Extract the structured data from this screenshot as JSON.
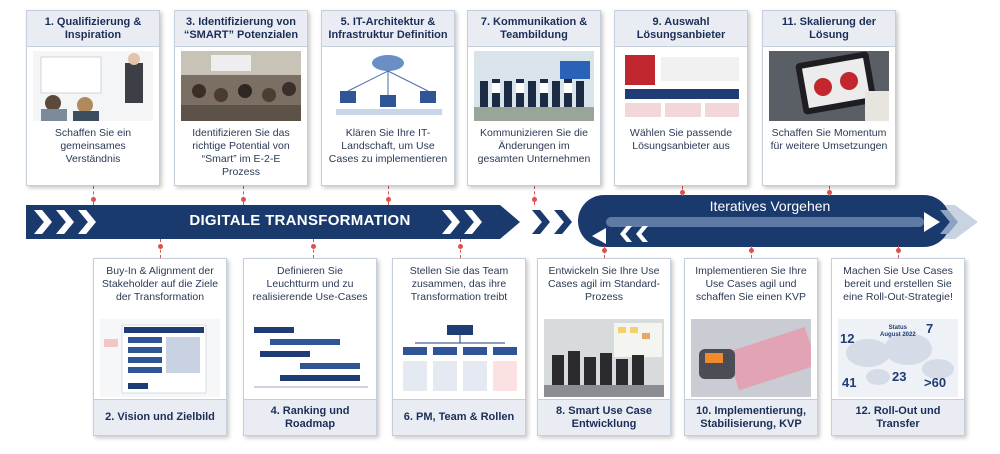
{
  "colors": {
    "navy": "#1a3a6e",
    "accent_red": "#d9534f",
    "card_title_bg": "#e9edf3"
  },
  "banner": {
    "label": "DIGITALE TRANSFORMATION"
  },
  "iterative": {
    "label": "Iteratives Vorgehen"
  },
  "top_cards": [
    {
      "title": "1. Qualifizierung &\nInspiration",
      "desc": "Schaffen Sie ein\ngemeinsames\nVerständnis",
      "image": "presentation-meeting-photo"
    },
    {
      "title": "3. Identifizierung von\n“SMART” Potenzialen",
      "desc": "Identifizieren Sie das\nrichtige Potential von\n“Smart” im E-2-E\nProzess",
      "image": "workshop-room-photo"
    },
    {
      "title": "5. IT-Architektur &\nInfrastruktur Definition",
      "desc": "Klären Sie Ihre IT-\nLandschaft, um Use\nCases zu implementieren",
      "image": "it-architecture-diagram"
    },
    {
      "title": "7. Kommunikation &\nTeambildung",
      "desc": "Kommunizieren Sie die\nÄnderungen im\ngesamten Unternehmen",
      "image": "team-group-photo"
    },
    {
      "title": "9. Auswahl\nLösungsanbieter",
      "desc": "Wählen Sie passende\nLösungsanbieter aus",
      "image": "vendor-selection-slide"
    },
    {
      "title": "11. Skalierung der\nLösung",
      "desc": "Schaffen Sie Momentum\nfür weitere Umsetzungen",
      "image": "tablet-photo"
    }
  ],
  "bottom_cards": [
    {
      "title": "2. Vision und Zielbild",
      "desc": "Buy-In & Alignment der\nStakeholder auf die Ziele\nder Transformation",
      "image": "vision-slide"
    },
    {
      "title": "4. Ranking und\nRoadmap",
      "desc": "Definieren Sie\nLeuchtturm und zu\nrealisierende Use-Cases",
      "image": "roadmap-gantt"
    },
    {
      "title": "6. PM, Team & Rollen",
      "desc": "Stellen Sie das Team\nzusammen, das ihre\nTransformation treibt",
      "image": "org-chart"
    },
    {
      "title": "8. Smart Use Case\nEntwicklung",
      "desc": "Entwickeln Sie Ihre Use\nCases agil im Standard-\nProzess",
      "image": "team-office-photo"
    },
    {
      "title": "10. Implementierung,\nStabilisierung, KVP",
      "desc": "Implementieren Sie Ihre\nUse Cases agil und\nschaffen Sie einen KVP",
      "image": "scanner-glove-photo"
    },
    {
      "title": "12. Roll-Out und\nTransfer",
      "desc": "Machen Sie Use Cases\nbereit und erstellen Sie\neine Roll-Out-Strategie!",
      "image": "world-map-stats"
    }
  ],
  "world_map": {
    "status_label": "Status\nAugust 2022",
    "numbers": [
      "12",
      "7",
      "41",
      "23",
      ">60"
    ]
  }
}
